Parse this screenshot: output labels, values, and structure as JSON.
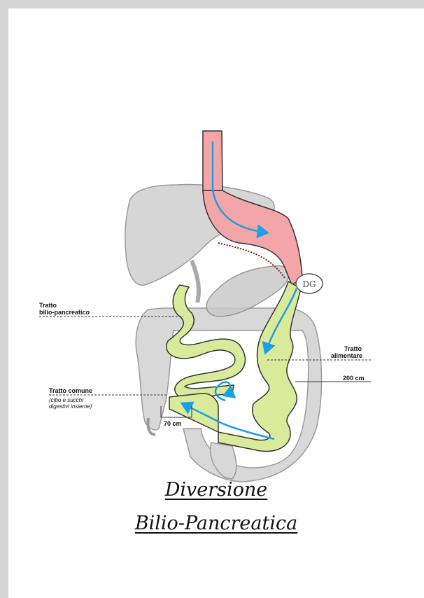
{
  "labels": {
    "bilio_line1": "Tratto",
    "bilio_line2": "bilio-pancreatico",
    "alim_line1": "Tratto",
    "alim_line2": "alimentare",
    "length_200": "200 cm",
    "comune": "Tratto comune",
    "comune_note1": "(cibo e succhi",
    "comune_note2": "digestivi insieme)",
    "length_70": "70 cm",
    "logo": "DG"
  },
  "title": {
    "line1": "Diversione",
    "line2": "Bilio-Pancreatica"
  },
  "colors": {
    "background": "#d4d4d4",
    "page": "#ffffff",
    "stomach": "#f4a5a8",
    "intestine": "#d9eb9a",
    "organ_gray": "#cfcfcf",
    "flow_arrow": "#1aa0e6"
  }
}
